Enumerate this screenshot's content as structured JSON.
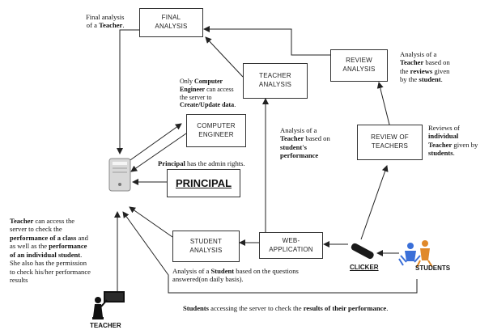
{
  "nodes": {
    "final_analysis": "FINAL\nANALYSIS",
    "teacher_analysis": "TEACHER\nANALYSIS",
    "review_analysis": "REVIEW\nANALYSIS",
    "computer_engineer": "COMPUTER\nENGINEER",
    "review_of_teachers": "REVIEW OF\nTEACHERS",
    "principal": "PRINCIPAL",
    "student_analysis": "STUDENT\nANALYSIS",
    "web_application": "WEB-\nAPPLICATION"
  },
  "labels": {
    "clicker": "CLICKER",
    "students": "STUDENTS",
    "teacher": "TEACHER"
  },
  "notes": {
    "final_analysis": {
      "pre": "Final analysis",
      "mid": "of a ",
      "bold": "Teacher",
      "post": "."
    },
    "review_analysis": {
      "l1": "Analysis of a",
      "l2a": "Teacher",
      "l2b": " based on",
      "l3a": "the ",
      "l3b": "reviews",
      "l3c": " given",
      "l4a": "by the ",
      "l4b": "student",
      "l4c": "."
    },
    "computer_engineer": {
      "l1a": "Only ",
      "l1b": "Computer",
      "l2a": "Engineer",
      "l2b": " can access",
      "l3": "the server to",
      "l4": "Create/Update data",
      "l4c": "."
    },
    "teacher_analysis": {
      "l1": "Analysis of a",
      "l2a": "Teacher",
      "l2b": " based on",
      "l3": "student's",
      "l4": "performance"
    },
    "reviews_of": {
      "l1": "Reviews of",
      "l2": "individual",
      "l3a": "Teacher",
      "l3b": " given by",
      "l4": "students",
      "l4c": "."
    },
    "principal": {
      "bold": "Principal",
      "rest": " has the admin rights."
    },
    "teacher_access": {
      "l1a": "Teacher",
      "l1b": " can access the",
      "l2": "server to check the",
      "l3a": "performance of a class",
      "l3b": " and",
      "l4a": "as well as the ",
      "l4b": "performance",
      "l5a": "of an individual student",
      "l5b": ".",
      "l6": "She also has the permission",
      "l7": "to check his/her performance",
      "l8": "results"
    },
    "student_analysis": {
      "l1a": "Analysis of a ",
      "l1b": "Student",
      "l1c": " based on the questions",
      "l2": "answered(on daily basis)."
    },
    "students_access": {
      "a": "Students",
      "b": " accessing the server to check the ",
      "c": "results of their performance",
      "d": "."
    }
  },
  "colors": {
    "line": "#222222",
    "box_border": "#333333",
    "students_icon": "#3a6fd8",
    "students_icon_alt": "#e0892a"
  }
}
